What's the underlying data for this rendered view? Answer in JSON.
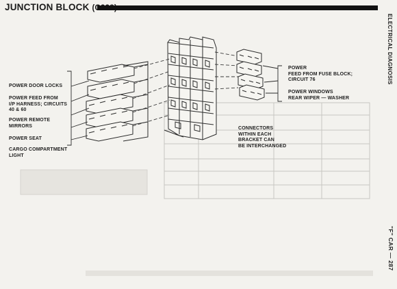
{
  "header": {
    "title": "JUNCTION BLOCK",
    "code": "(C238)",
    "section": "ELECTRICAL DIAGNOSIS",
    "page_ref": "\"F\" CAR — 287"
  },
  "labels": {
    "power_door_locks": "POWER DOOR LOCKS",
    "power_feed_ip": "POWER FEED FROM\nI/P HARNESS; CIRCUITS\n40 & 60",
    "power_remote_mirrors": "POWER REMOTE\nMIRRORS",
    "power_seat": "POWER SEAT",
    "cargo_light": "CARGO COMPARTMENT\nLIGHT",
    "power_feed_fuse": "POWER\nFEED FROM FUSE BLOCK;\nCIRCUIT 76",
    "power_windows": "POWER WINDOWS\nREAR WIPER — WASHER",
    "connectors_note": "CONNECTORS\nWITHIN EACH\nBRACKET CAN\nBE INTERCHANGED"
  }
}
